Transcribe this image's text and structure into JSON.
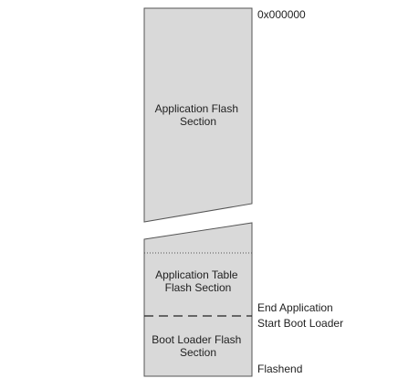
{
  "memory_map": {
    "sections": {
      "application": [
        "Application Flash",
        "Section"
      ],
      "application_table": [
        "Application Table",
        "Flash Section"
      ],
      "boot_loader": [
        "Boot Loader Flash",
        "Section"
      ]
    },
    "addresses": {
      "start": "0x000000",
      "end_application": "End Application",
      "start_boot_loader": "Start Boot Loader",
      "flashend": "Flashend"
    }
  }
}
